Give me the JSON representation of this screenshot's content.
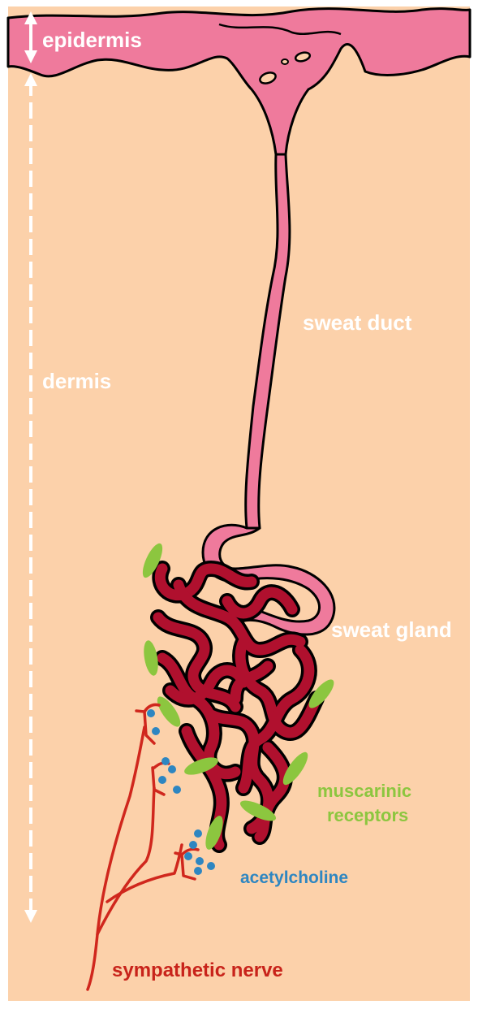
{
  "labels": {
    "epidermis": "epidermis",
    "dermis": "dermis",
    "sweat_duct": "sweat duct",
    "sweat_gland": "sweat gland",
    "muscarinic_line1": "muscarinic",
    "muscarinic_line2": "receptors",
    "acetylcholine": "acetylcholine",
    "sympathetic_nerve": "sympathetic nerve"
  },
  "colors": {
    "dermis": "#fcd1aa",
    "epidermis": "#ef7a9c",
    "duct": "#ef7a9c",
    "gland": "#b0102e",
    "receptor": "#8cc63f",
    "acetylcholine": "#2e86c1",
    "nerve": "#d0271d",
    "label_light": "#ffffff",
    "label_green": "#8cc63f",
    "label_blue": "#2e86c1",
    "label_red": "#c8231a"
  }
}
